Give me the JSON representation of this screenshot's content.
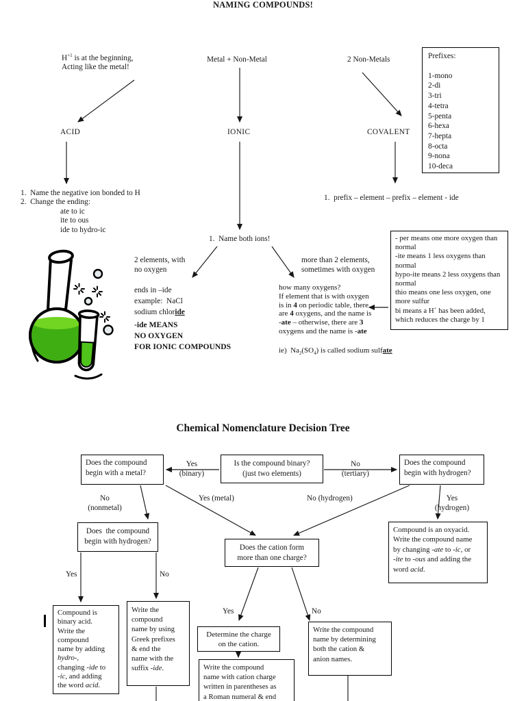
{
  "colors": {
    "ink": "#161616",
    "page_bg": "#ffffff",
    "flask_liquid_top": "#72d522",
    "flask_liquid_body": "#3fae12",
    "tube_liquid": "#4fc41a",
    "bubble_fill": "#e4eaec"
  },
  "naming": {
    "title": "NAMING COMPOUNDS!",
    "acid_header": [
      [
        {
          "t": "H"
        },
        {
          "t": "+1",
          "s": "p"
        },
        {
          "t": " is at the beginning,"
        }
      ],
      "Acting like the metal!"
    ],
    "ionic_header": "Metal + Non-Metal",
    "covalent_header": "2 Non-Metals",
    "prefixes": {
      "title": "Prefixes:",
      "items": [
        "1-mono",
        "2-di",
        "3-tri",
        "4-tetra",
        "5-penta",
        "6-hexa",
        "7-hepta",
        "8-octa",
        "9-nona",
        "10-deca"
      ]
    },
    "nodes": {
      "acid": "ACID",
      "ionic": "IONIC",
      "covalent": "COVALENT"
    },
    "acid_steps": [
      "1.  Name the negative ion bonded to H",
      "2.  Change the ending:",
      "ate to ic",
      "ite to ous",
      "ide to hydro-ic"
    ],
    "covalent_rule": "1.  prefix – element – prefix – element - ide",
    "ionic_rule": "1.  Name both ions!",
    "two_elements": [
      "2 elements, with",
      "no oxygen"
    ],
    "many_elements": [
      "more than 2 elements,",
      "sometimes with oxygen"
    ],
    "ide_detail": [
      "ends in –ide",
      "example:  NaCl",
      [
        {
          "t": "sodium chlor"
        },
        {
          "t": "ide",
          "s": "bu"
        }
      ]
    ],
    "ide_emphasis": [
      "-ide MEANS",
      "NO OXYGEN",
      "FOR IONIC COMPOUNDS"
    ],
    "oxygens_detail": [
      "how many oxygens?",
      "If element that is with oxygen",
      [
        {
          "t": "is in "
        },
        {
          "t": "4",
          "s": "b"
        },
        {
          "t": " on periodic table, there"
        }
      ],
      [
        {
          "t": "are "
        },
        {
          "t": "4",
          "s": "b"
        },
        {
          "t": " oxygens, and the name is"
        }
      ],
      [
        {
          "t": "-"
        },
        {
          "t": "ate",
          "s": "b"
        },
        {
          "t": " – otherwise, there are "
        },
        {
          "t": "3",
          "s": "b"
        }
      ],
      [
        {
          "t": "oxygens and the name is -"
        },
        {
          "t": "ate",
          "s": "b"
        }
      ]
    ],
    "example": [
      {
        "t": "ie)  Na"
      },
      {
        "t": "2",
        "s": "q"
      },
      {
        "t": "(SO"
      },
      {
        "t": "4",
        "s": "q"
      },
      {
        "t": ") is called sodium sulf"
      },
      {
        "t": "ate",
        "s": "bu"
      }
    ],
    "oxygen_notes": [
      "- per means one more oxygen than normal",
      "-ite means 1 less oxygens than normal",
      "hypo-ite means 2 less oxygens than normal",
      "thio means one less oxygen, one more sulfur",
      [
        {
          "t": "bi means a H"
        },
        {
          "t": "+",
          "s": "p"
        },
        {
          "t": " has been added, which reduces the charge by 1"
        }
      ]
    ]
  },
  "tree": {
    "title": "Chemical Nomenclature Decision Tree",
    "box_metal": [
      "Does the compound",
      "begin with a metal?"
    ],
    "box_binary": [
      "Is the compound binary?",
      "(just two elements)"
    ],
    "box_hydrogen": [
      "Does the compound",
      "begin with hydrogen?"
    ],
    "yes_binary": [
      "Yes",
      "(binary)"
    ],
    "no_tertiary": [
      "No",
      "(tertiary)"
    ],
    "no_nonmetal": [
      "No",
      "(nonmetal)"
    ],
    "yes_metal": "Yes (metal)",
    "no_hydrogen": "No (hydrogen)",
    "yes_hydrogen": [
      "Yes",
      "(hydrogen)"
    ],
    "box_hydrogen2": [
      "Does  the compound",
      "begin with hydrogen?"
    ],
    "box_cation": [
      "Does the cation form",
      "more than one charge?"
    ],
    "box_oxyacid": [
      "Compound is an oxyacid.",
      "Write the compound name",
      [
        {
          "t": "by changing "
        },
        {
          "t": "-ate",
          "s": "i"
        },
        {
          "t": " to "
        },
        {
          "t": "-ic",
          "s": "i"
        },
        {
          "t": ", or"
        }
      ],
      [
        {
          "t": "-ite",
          "s": "i"
        },
        {
          "t": " to "
        },
        {
          "t": "-ous",
          "s": "i"
        },
        {
          "t": " and adding the"
        }
      ],
      [
        {
          "t": "word "
        },
        {
          "t": "acid",
          "s": "i"
        },
        {
          "t": "."
        }
      ]
    ],
    "yes": "Yes",
    "no": "No",
    "box_binary_acid": [
      "Compound is",
      "binary acid.",
      "Write the",
      "compound",
      "name by adding",
      [
        {
          "t": "hydro-",
          "s": "i"
        },
        {
          "t": ","
        }
      ],
      [
        {
          "t": "changing "
        },
        {
          "t": "-ide",
          "s": "i"
        },
        {
          "t": " to"
        }
      ],
      [
        {
          "t": "-ic",
          "s": "i"
        },
        {
          "t": ", and adding"
        }
      ],
      [
        {
          "t": "the word "
        },
        {
          "t": "acid",
          "s": "i"
        },
        {
          "t": "."
        }
      ]
    ],
    "box_greek": [
      "Write the",
      "compound",
      "name by using",
      "Greek prefixes",
      "& end the",
      "name with the",
      [
        {
          "t": "suffix "
        },
        {
          "t": "-ide",
          "s": "i"
        },
        {
          "t": "."
        }
      ]
    ],
    "box_determine": [
      "Determine the charge",
      "on the cation."
    ],
    "box_roman": [
      "Write the compound",
      "name with cation charge",
      "written in parentheses as",
      "a Roman numeral & end"
    ],
    "box_anion": [
      "Write the compound",
      "name by determining",
      "both the cation &",
      "anion names."
    ]
  }
}
